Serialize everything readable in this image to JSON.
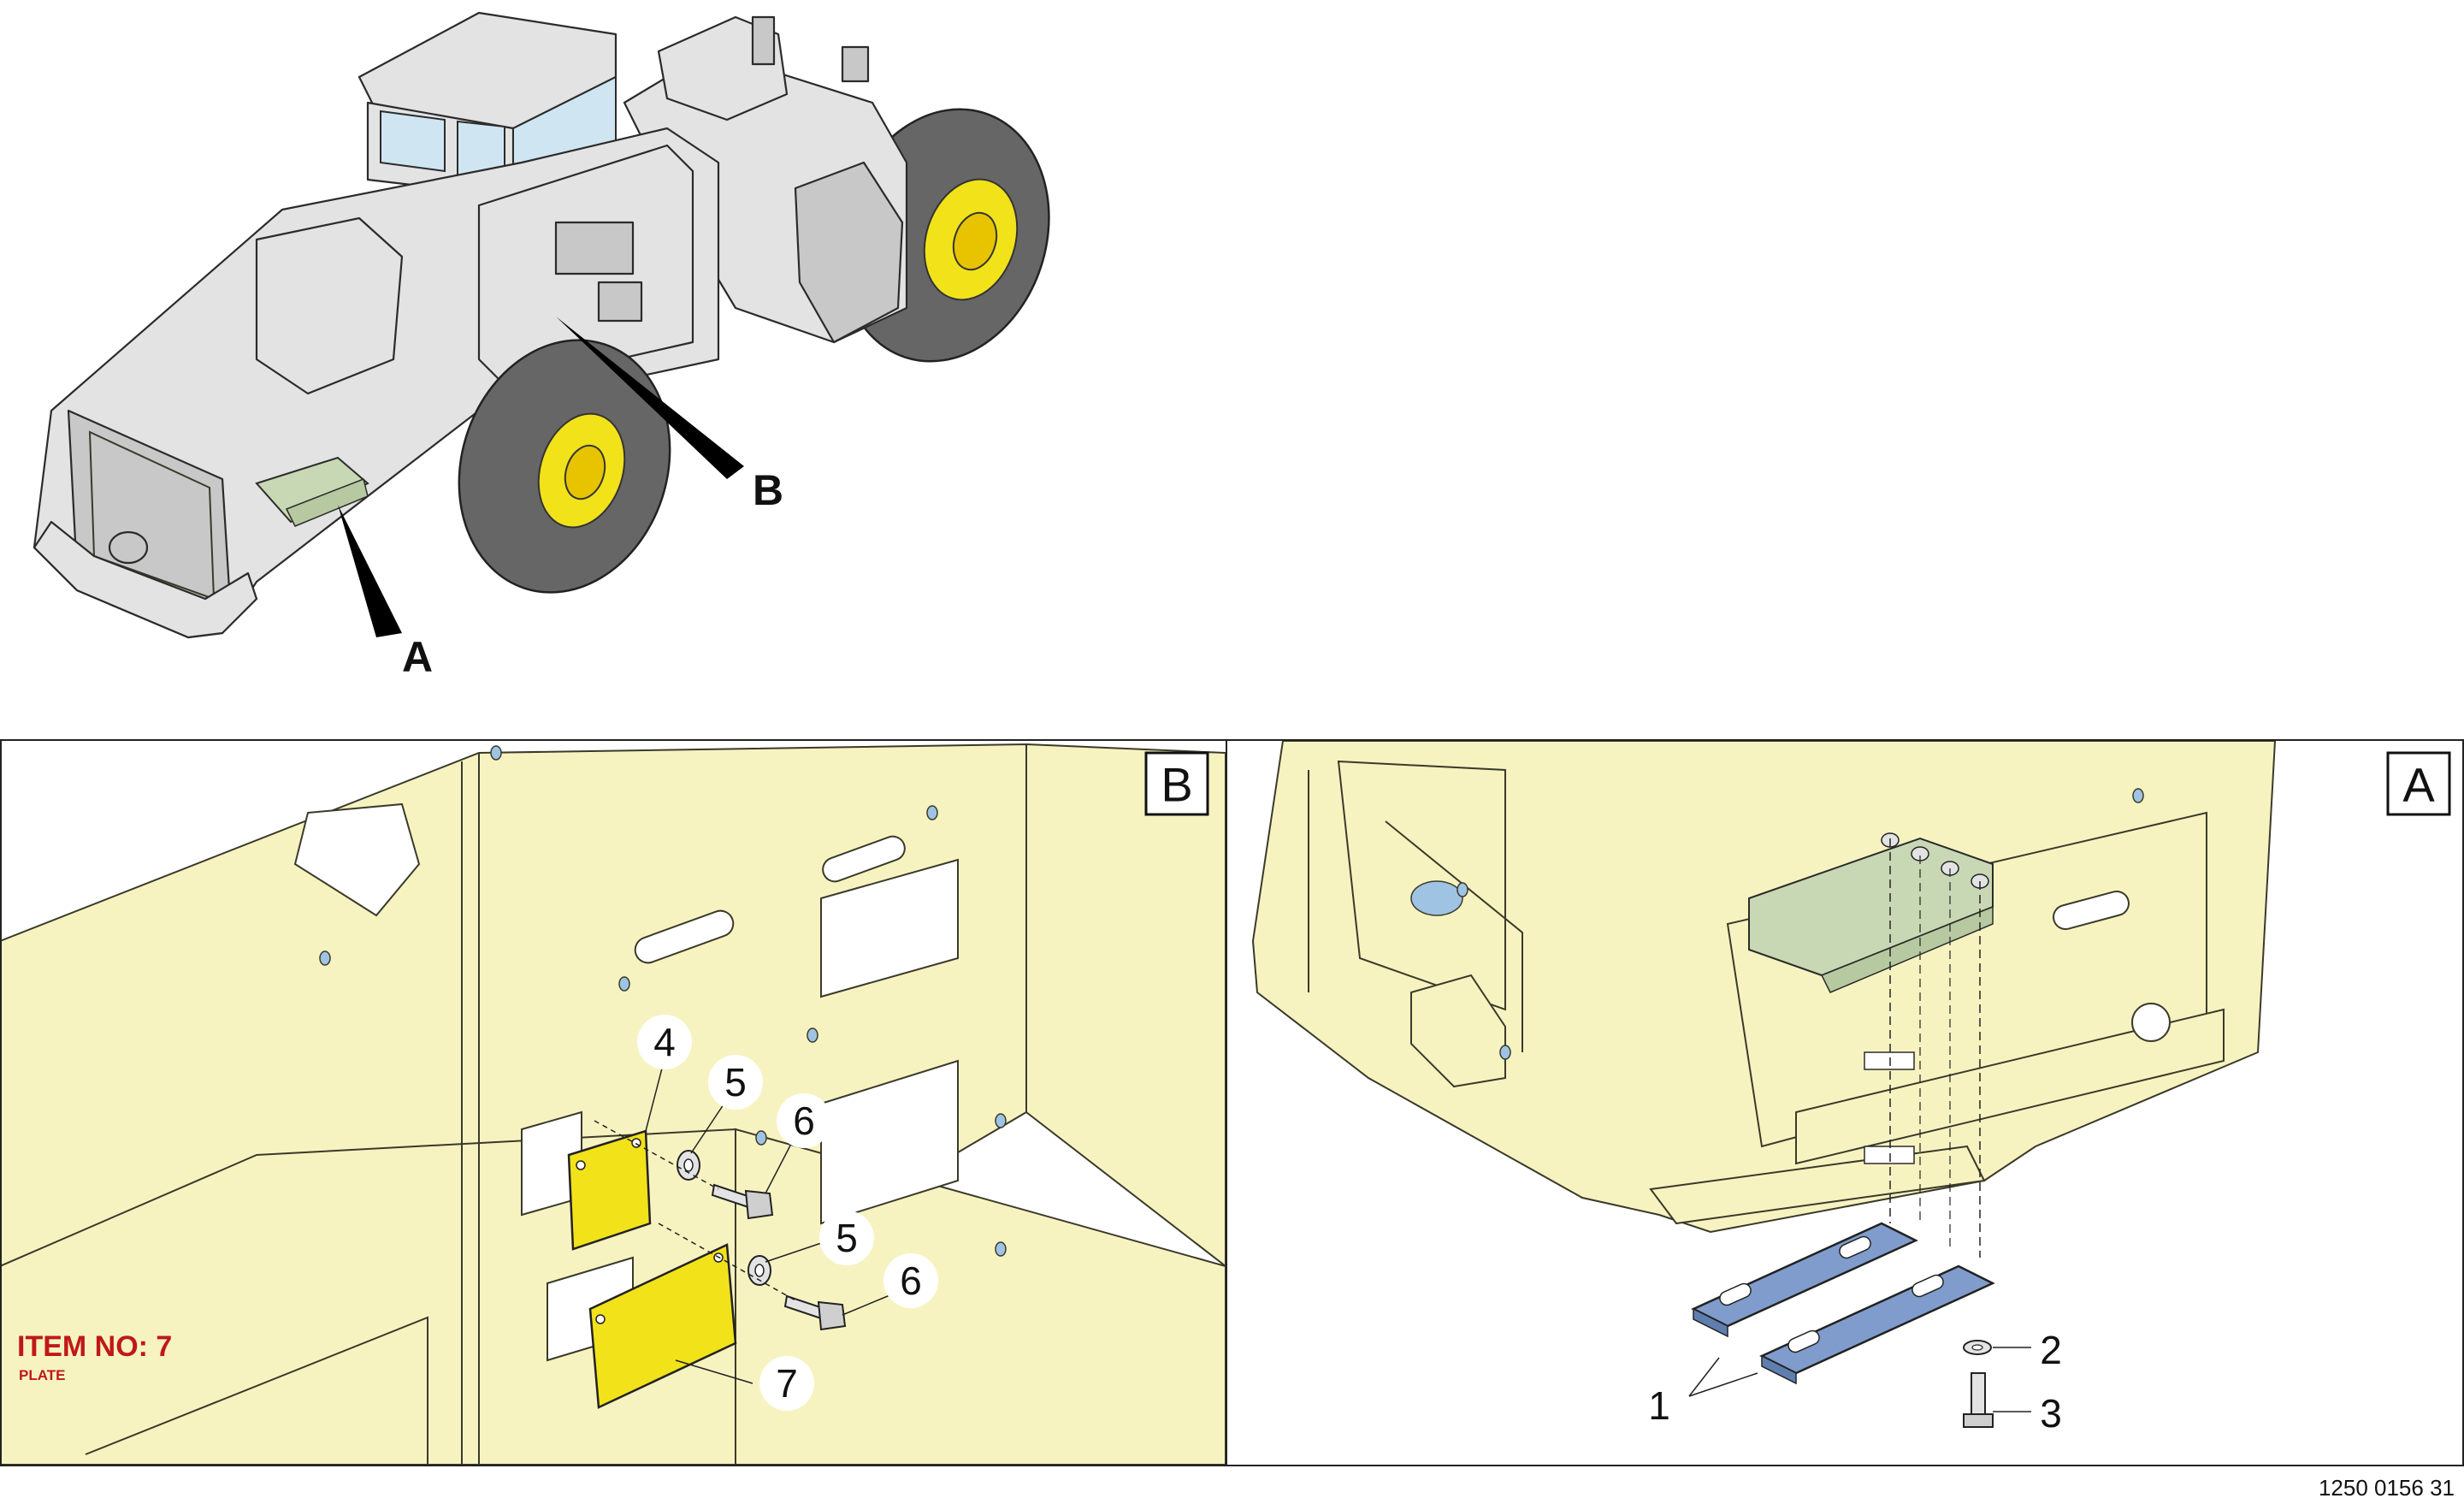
{
  "overview": {
    "pointer_a": "A",
    "pointer_b": "B"
  },
  "detail_b": {
    "view_letter": "B",
    "callouts": [
      "4",
      "5",
      "6",
      "5",
      "6",
      "7"
    ],
    "item_label": "ITEM NO: 7",
    "item_sublabel": "PLATE"
  },
  "detail_a": {
    "view_letter": "A",
    "callouts": [
      "1",
      "2",
      "3"
    ]
  },
  "document_id": "1250 0156 31",
  "colors": {
    "frame": "#f7f3c1",
    "cover_plate": "#f2e21a",
    "step_plate": "#7f9ccc",
    "highlight": "#c9d8b4"
  }
}
